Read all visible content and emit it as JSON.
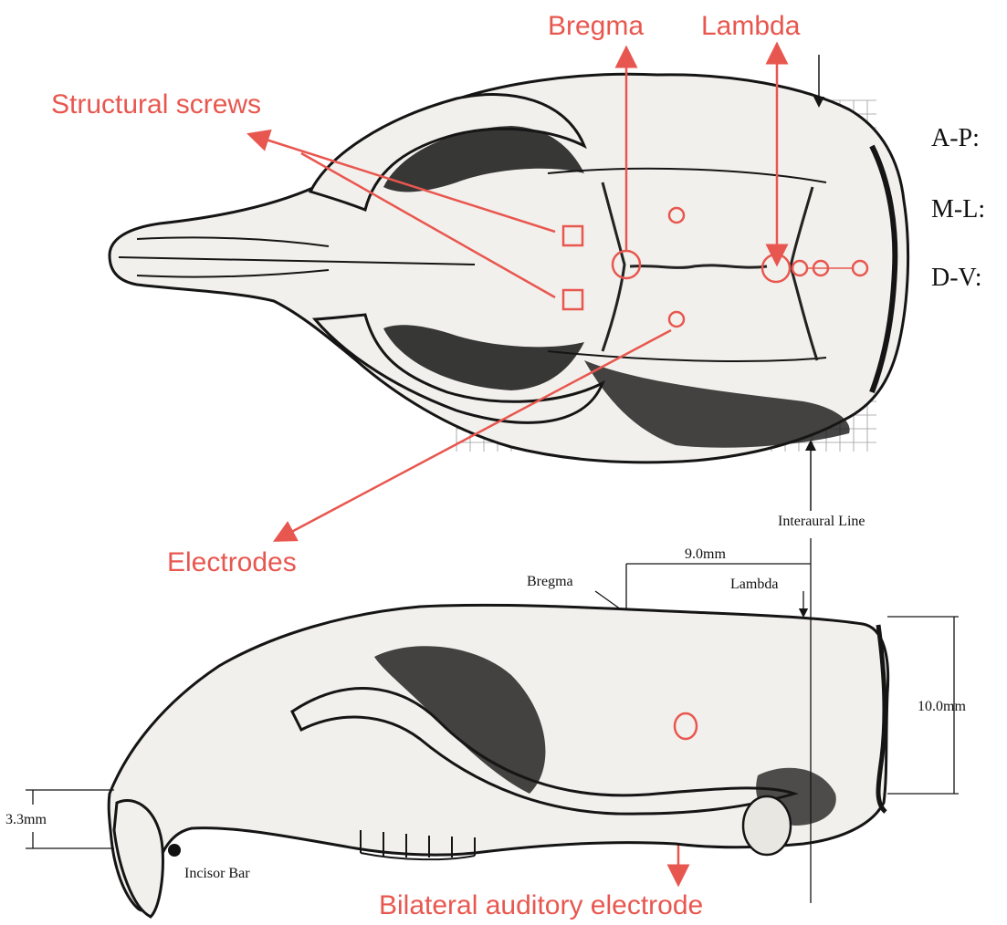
{
  "labels": {
    "bregma_top": "Bregma",
    "lambda_top": "Lambda",
    "structural_screws": "Structural screws",
    "electrodes": "Electrodes",
    "bilateral_auditory": "Bilateral auditory electrode"
  },
  "coordinates": {
    "ap": "A-P:",
    "ml": "M-L:",
    "dv": "D-V:"
  },
  "lateral": {
    "interaural_line": "Interaural Line",
    "distance_label": "9.0mm",
    "bregma": "Bregma",
    "lambda": "Lambda",
    "height_label": "10.0mm",
    "incisor_offset": "3.3mm",
    "incisor_bar": "Incisor Bar"
  },
  "colors": {
    "annotation": "#e8574f",
    "ink": "#151515"
  }
}
